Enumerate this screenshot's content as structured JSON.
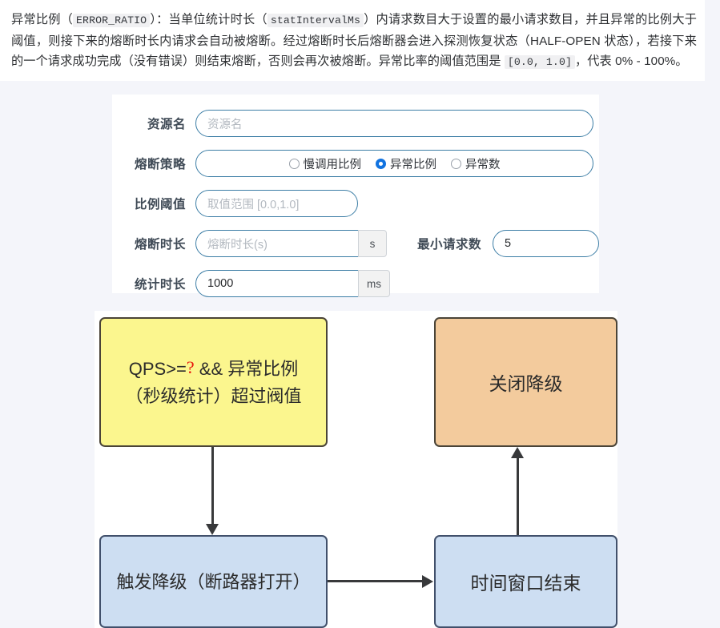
{
  "description": {
    "segments": [
      {
        "type": "text",
        "value": "异常比例（"
      },
      {
        "type": "code",
        "value": "ERROR_RATIO"
      },
      {
        "type": "text",
        "value": "）：当单位统计时长（"
      },
      {
        "type": "code",
        "value": "statIntervalMs"
      },
      {
        "type": "text",
        "value": "）内请求数目大于设置的最小请求数目，并且异常的比例大于阈值，则接下来的熔断时长内请求会自动被熔断。经过熔断时长后熔断器会进入探测恢复状态（HALF-OPEN 状态），若接下来的一个请求成功完成（没有错误）则结束熔断，否则会再次被熔断。异常比率的阈值范围是 "
      },
      {
        "type": "code",
        "value": "[0.0, 1.0]"
      },
      {
        "type": "text",
        "value": "，代表 0% - 100%。"
      }
    ]
  },
  "form": {
    "rows": {
      "resource": {
        "label": "资源名",
        "placeholder": "资源名",
        "value": ""
      },
      "strategy": {
        "label": "熔断策略",
        "options": [
          {
            "label": "慢调用比例",
            "checked": false
          },
          {
            "label": "异常比例",
            "checked": true
          },
          {
            "label": "异常数",
            "checked": false
          }
        ]
      },
      "ratio_threshold": {
        "label": "比例阈值",
        "placeholder": "取值范围 [0.0,1.0]",
        "value": ""
      },
      "break_duration": {
        "label": "熔断时长",
        "placeholder": "熔断时长(s)",
        "value": "",
        "unit": "s"
      },
      "min_requests": {
        "label": "最小请求数",
        "value": "5"
      },
      "stat_interval": {
        "label": "统计时长",
        "value": "1000",
        "unit": "ms"
      }
    }
  },
  "diagram": {
    "nodes": {
      "condition": {
        "text_before": "QPS>=",
        "marker": "?",
        "text_after": " && 异常比例（秒级统计）超过阀值",
        "color": "#fbf68e"
      },
      "close_degrade": {
        "label": "关闭降级",
        "color": "#f3cb9d"
      },
      "trigger_degrade": {
        "label": "触发降级（断路器打开）",
        "color": "#cddef2"
      },
      "window_end": {
        "label": "时间窗口结束",
        "color": "#cddef2"
      }
    }
  }
}
